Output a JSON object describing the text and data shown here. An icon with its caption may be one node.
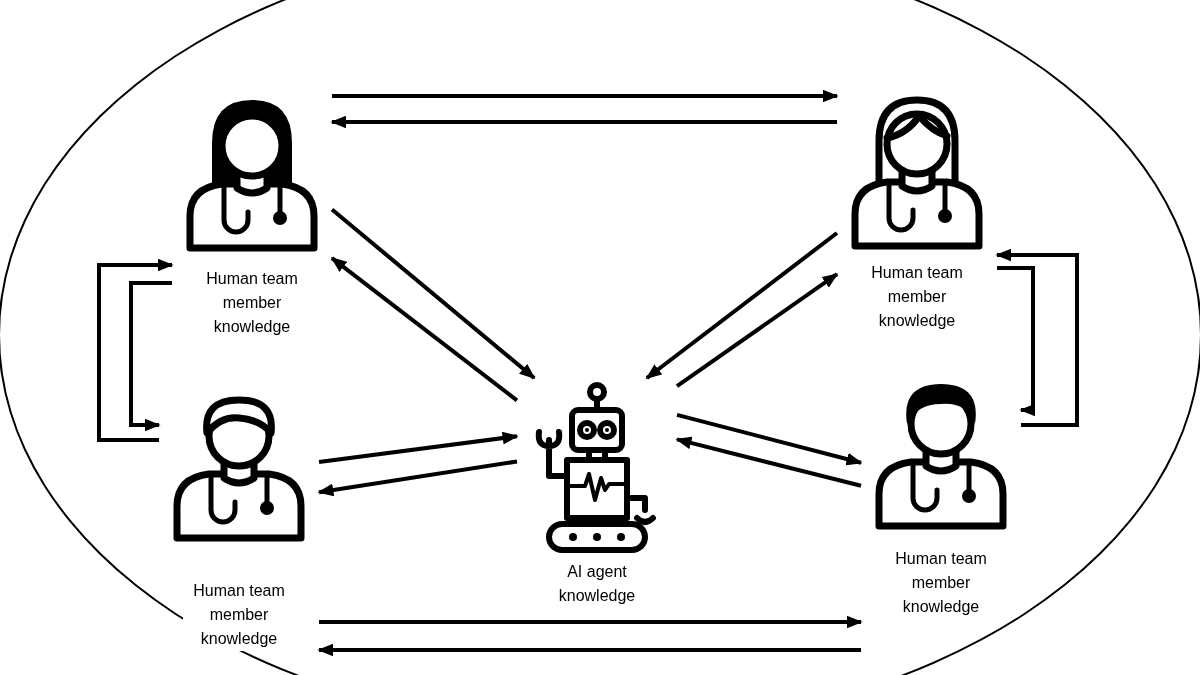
{
  "diagram": {
    "nodes": [
      {
        "text": [],
        "shape": "ellipse"
      },
      {
        "text": [
          "Human team member knowledge"
        ],
        "in": 0
      },
      {
        "text": [
          "Human team member knowledge"
        ],
        "in": 0
      },
      {
        "text": [
          "Human team member knowledge"
        ],
        "in": 0
      },
      {
        "text": [
          "AI agent knowledge"
        ],
        "in": 0
      },
      {
        "text": [
          "Human team member knowledge"
        ],
        "in": 0
      }
    ],
    "edges": [
      {
        "from": 1,
        "to": 2,
        "arrow": "to"
      },
      {
        "from": 2,
        "to": 1,
        "arrow": "to"
      },
      {
        "from": 1,
        "to": 4,
        "arrow": "to"
      },
      {
        "from": 4,
        "to": 1,
        "arrow": "to"
      },
      {
        "from": 2,
        "to": 4,
        "arrow": "to"
      },
      {
        "from": 4,
        "to": 2,
        "arrow": "to"
      },
      {
        "from": 3,
        "to": 1,
        "arrow": "to"
      },
      {
        "from": 1,
        "to": 3,
        "arrow": "to"
      },
      {
        "from": 2,
        "to": 5,
        "arrow": "to"
      },
      {
        "from": 5,
        "to": 2,
        "arrow": "to"
      },
      {
        "from": 3,
        "to": 4,
        "arrow": "to"
      },
      {
        "from": 4,
        "to": 3,
        "arrow": "to"
      },
      {
        "from": 4,
        "to": 5,
        "arrow": "to"
      },
      {
        "from": 5,
        "to": 4,
        "arrow": "to"
      },
      {
        "from": 3,
        "to": 5,
        "arrow": "to"
      },
      {
        "from": 5,
        "to": 3,
        "arrow": "to"
      }
    ]
  }
}
